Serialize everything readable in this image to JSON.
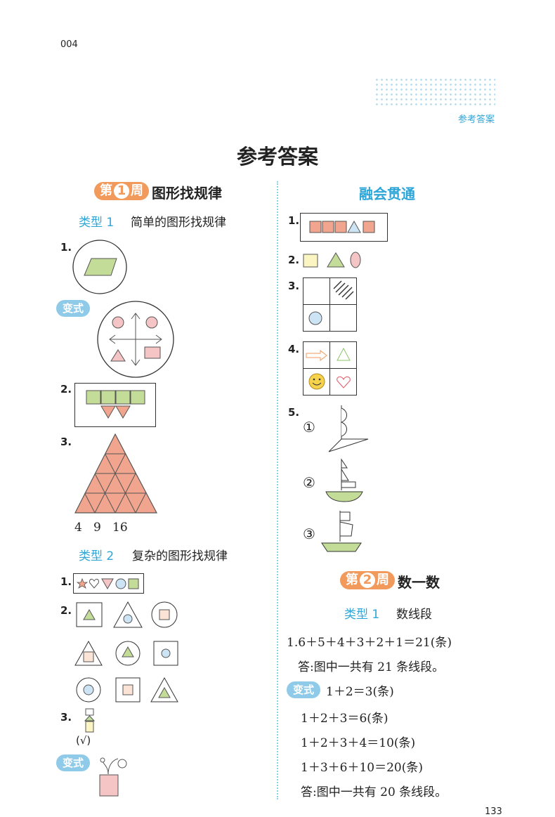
{
  "page_code": "004",
  "header_tag": "参考答案",
  "title": "参考答案",
  "page_number": "133",
  "left": {
    "week_badge": {
      "pre": "第",
      "num": "1",
      "post": "周"
    },
    "week_title": "图形找规律",
    "type1_label": "类型 1",
    "type1_title": "简单的图形找规律",
    "variant_label": "变式",
    "q1": "1.",
    "q2": "2.",
    "q3": "3.",
    "triangle_counts": "4   9   16",
    "type2_label": "类型 2",
    "type2_title": "复杂的图形找规律",
    "t2_q1": "1.",
    "t2_q2": "2.",
    "t2_q3": "3.",
    "t2_q3_answer": "(√)",
    "variant2_label": "变式"
  },
  "right": {
    "section_title": "融会贯通",
    "q1": "1.",
    "q2": "2.",
    "q3": "3.",
    "q4": "4.",
    "q5": "5.",
    "circ1": "①",
    "circ2": "②",
    "circ3": "③",
    "week_badge": {
      "pre": "第",
      "num": "2",
      "post": "周"
    },
    "week_title": "数一数",
    "type1_label": "类型 1",
    "type1_title": "数线段",
    "line1": "1.6＋5＋4＋3＋2＋1＝21(条)",
    "line2": "答:图中一共有 21 条线段。",
    "variant_label": "变式",
    "line3": "1＋2＝3(条)",
    "line4": "1＋2＋3＝6(条)",
    "line5": "1＋2＋3＋4＝10(条)",
    "line6": "1＋3＋6＋10＝20(条)",
    "line7": "答:图中一共有 20 条线段。"
  },
  "colors": {
    "salmon": "#f2a58e",
    "green": "#c3dc97",
    "blue": "#cde4f5",
    "yellow": "#fbf5c2",
    "orange": "#f19a5b",
    "cyan": "#2fa6d8"
  }
}
